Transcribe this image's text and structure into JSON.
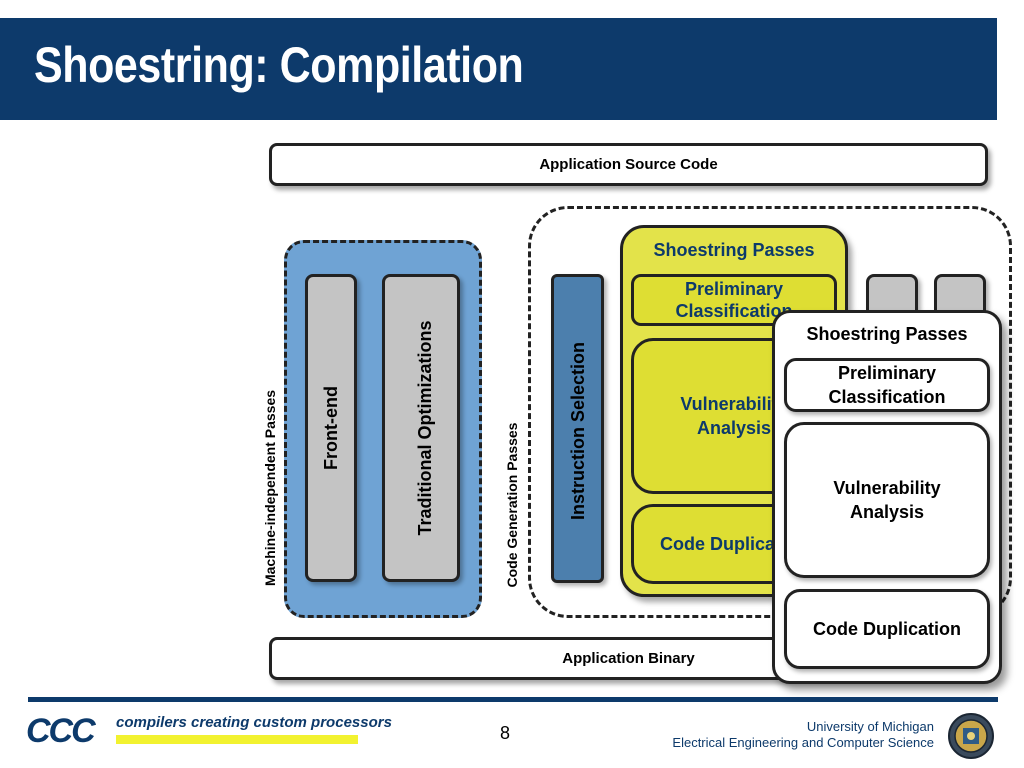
{
  "slide": {
    "title": "Shoestring: Compilation",
    "page_number": "8"
  },
  "diagram": {
    "source_code": "Application Source Code",
    "binary": "Application Binary",
    "machine_independent_label": "Machine-independent Passes",
    "front_end": "Front-end",
    "traditional_optimizations": "Traditional Optimizations",
    "code_generation_label": "Code Generation Passes",
    "instruction_selection": "Instruction Selection",
    "shoestring_passes": {
      "title": "Shoestring Passes",
      "preliminary_line1": "Preliminary",
      "preliminary_line2": "Classification",
      "vulnerability_line1": "Vulnerability",
      "vulnerability_line2": "Analysis",
      "code_duplication": "Code Duplication"
    },
    "popup": {
      "title": "Shoestring Passes",
      "preliminary_line1": "Preliminary",
      "preliminary_line2": "Classification",
      "vulnerability_line1": "Vulnerability",
      "vulnerability_line2": "Analysis",
      "code_duplication": "Code Duplication"
    }
  },
  "footer": {
    "logo": "CCC",
    "tagline": "compilers creating custom processors",
    "university": "University of Michigan",
    "department": "Electrical Engineering and Computer Science"
  },
  "colors": {
    "title_bar": "#0d3a6b",
    "machine_independent_fill": "#6fa3d4",
    "instruction_selection_fill": "#4c7fad",
    "shoestring_fill": "#e3e34a",
    "grey_column": "#c4c4c4",
    "tagline_highlight": "#f2f230"
  }
}
